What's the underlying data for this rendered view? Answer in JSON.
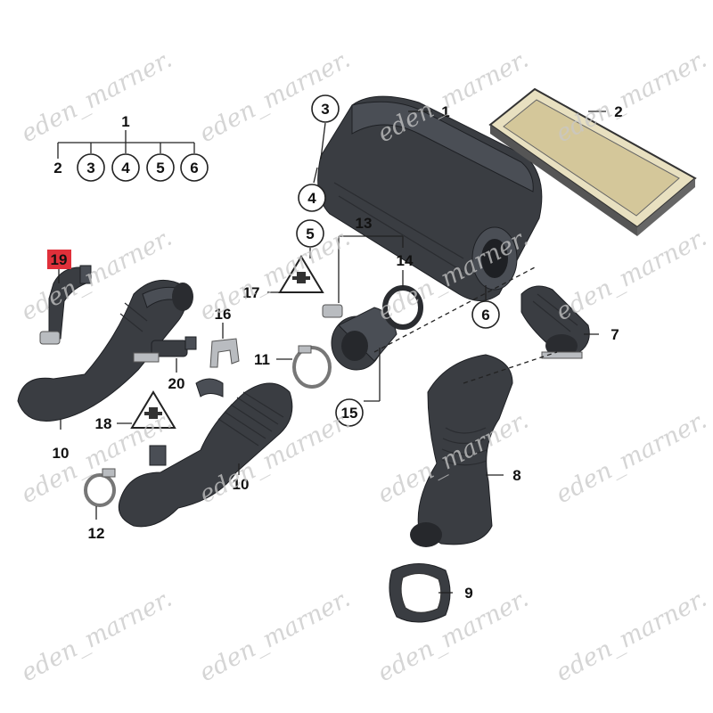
{
  "watermark": {
    "text": "eden_marner.",
    "color": "#c8c8c8"
  },
  "highlight_color": "#e0303a",
  "legend": {
    "parent": "1",
    "children": [
      "2",
      "3",
      "4",
      "5",
      "6"
    ]
  },
  "callouts": {
    "n1": "1",
    "n2": "2",
    "n3": "3",
    "n4": "4",
    "n5": "5",
    "n6": "6",
    "n7": "7",
    "n8": "8",
    "n9": "9",
    "n10a": "10",
    "n10b": "10",
    "n11": "11",
    "n12": "12",
    "n13": "13",
    "n14": "14",
    "n15": "15",
    "n16": "16",
    "n17": "17",
    "n18": "18",
    "n19": "19",
    "n20": "20"
  },
  "icons": [
    "sensor-warning-icon",
    "sensor-warning-icon"
  ]
}
